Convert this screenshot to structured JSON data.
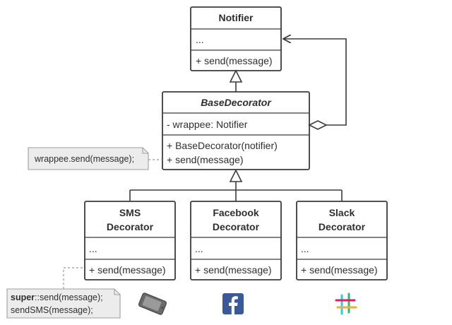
{
  "diagram": {
    "notifier": {
      "title": "Notifier",
      "fields": "...",
      "method": "+ send(message)"
    },
    "base_decorator": {
      "title": "BaseDecorator",
      "field": "- wrappee: Notifier",
      "methods": [
        "+ BaseDecorator(notifier)",
        "+ send(message)"
      ]
    },
    "base_note": "wrappee.send(message);",
    "decorators": [
      {
        "title_lines": [
          "SMS",
          "Decorator"
        ],
        "fields": "...",
        "method": "+ send(message)"
      },
      {
        "title_lines": [
          "Facebook",
          "Decorator"
        ],
        "fields": "...",
        "method": "+ send(message)"
      },
      {
        "title_lines": [
          "Slack",
          "Decorator"
        ],
        "fields": "...",
        "method": "+ send(message)"
      }
    ],
    "sms_note": {
      "keyword": "super",
      "lines": [
        "::send(message);",
        "sendSMS(message);"
      ]
    },
    "icons": [
      {
        "name": "phone-icon",
        "color": "#6a6a6a"
      },
      {
        "name": "facebook-icon",
        "color": "#3b5998"
      },
      {
        "name": "slack-icon",
        "colors": [
          "#e01e5a",
          "#36c5f0",
          "#2eb67d",
          "#ecb22e"
        ]
      }
    ]
  }
}
